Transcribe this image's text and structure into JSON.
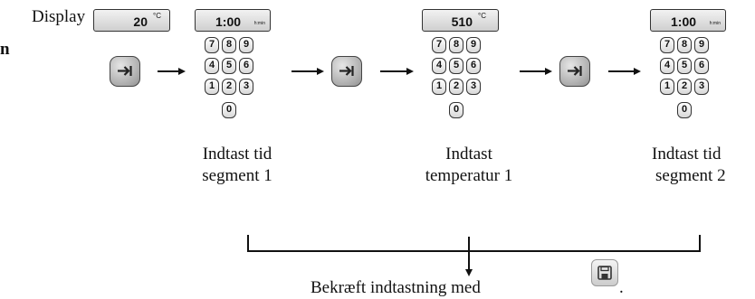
{
  "display": {
    "label": "Display",
    "side_letter": "n",
    "value": "20",
    "unit": "°C"
  },
  "panels": [
    {
      "display_value": "1:00",
      "display_unit": "h:min",
      "caption_line1": "Indtast tid",
      "caption_line2": "segment 1"
    },
    {
      "display_value": "510",
      "display_unit": "°C",
      "caption_line1": "Indtast",
      "caption_line2": "temperatur 1"
    },
    {
      "display_value": "1:00",
      "display_unit": "h:min",
      "caption_line1": "Indtast tid",
      "caption_line2": "segment 2"
    }
  ],
  "keypad": {
    "row1": [
      "7",
      "8",
      "9"
    ],
    "row2": [
      "4",
      "5",
      "6"
    ],
    "row3": [
      "1",
      "2",
      "3"
    ],
    "row4": [
      "0"
    ]
  },
  "confirm": {
    "text": "Bekræft indtastning med",
    "period": "."
  },
  "icons": {
    "step_button": "step-forward-icon",
    "save_button": "save-icon"
  }
}
